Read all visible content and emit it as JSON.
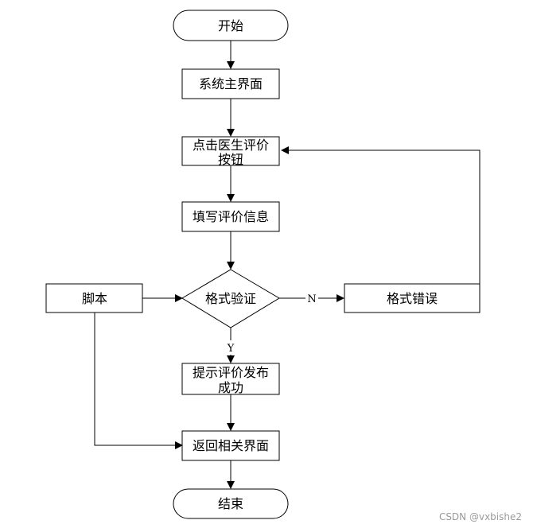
{
  "diagram": {
    "nodes": {
      "start": {
        "label": "开始"
      },
      "main_screen": {
        "label": "系统主界面"
      },
      "click_eval": {
        "label_line1": "点击医生评价",
        "label_line2": "按钮"
      },
      "fill_info": {
        "label": "填写评价信息"
      },
      "format_check": {
        "label": "格式验证"
      },
      "format_error": {
        "label": "格式错误"
      },
      "script": {
        "label": "脚本"
      },
      "publish_success": {
        "label_line1": "提示评价发布",
        "label_line2": "成功"
      },
      "return_page": {
        "label": "返回相关界面"
      },
      "end": {
        "label": "结束"
      }
    },
    "edges": {
      "no_label": "N",
      "yes_label": "Y"
    }
  },
  "watermark": "CSDN @vxbishe2",
  "colors": {
    "stroke": "#000000",
    "background": "#ffffff",
    "watermark": "#9a9a9a"
  }
}
